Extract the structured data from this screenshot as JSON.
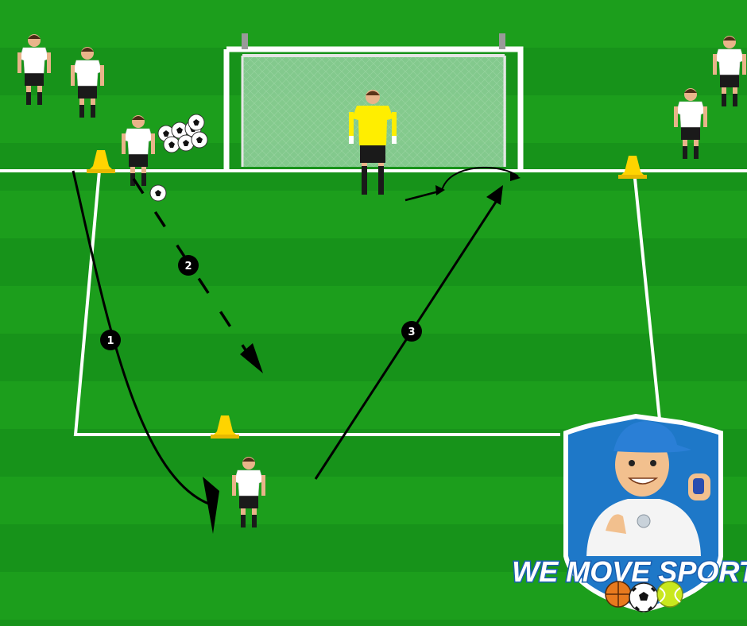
{
  "diagram": {
    "step_markers": [
      "1",
      "2",
      "3"
    ],
    "colors": {
      "pitch_stripe_a": "#1a9a1a",
      "pitch_stripe_b": "#159015",
      "field_line": "#ffffff",
      "goal_net": "#8fcf9a",
      "cone": "#ffd400",
      "goalkeeper_shirt": "#ffee00",
      "player_shirt": "#ffffff",
      "player_shorts": "#1a1a1a",
      "arrow": "#000000"
    }
  },
  "logo": {
    "text": "WE MOVE SPORTS",
    "colors": {
      "shield": "#1e78c8",
      "shield_border": "#ffffff",
      "text_fill": "#ffffff",
      "text_stroke": "#1a5fb0"
    },
    "icons": [
      "basketball-icon",
      "soccer-ball-icon",
      "tennis-ball-icon"
    ]
  }
}
